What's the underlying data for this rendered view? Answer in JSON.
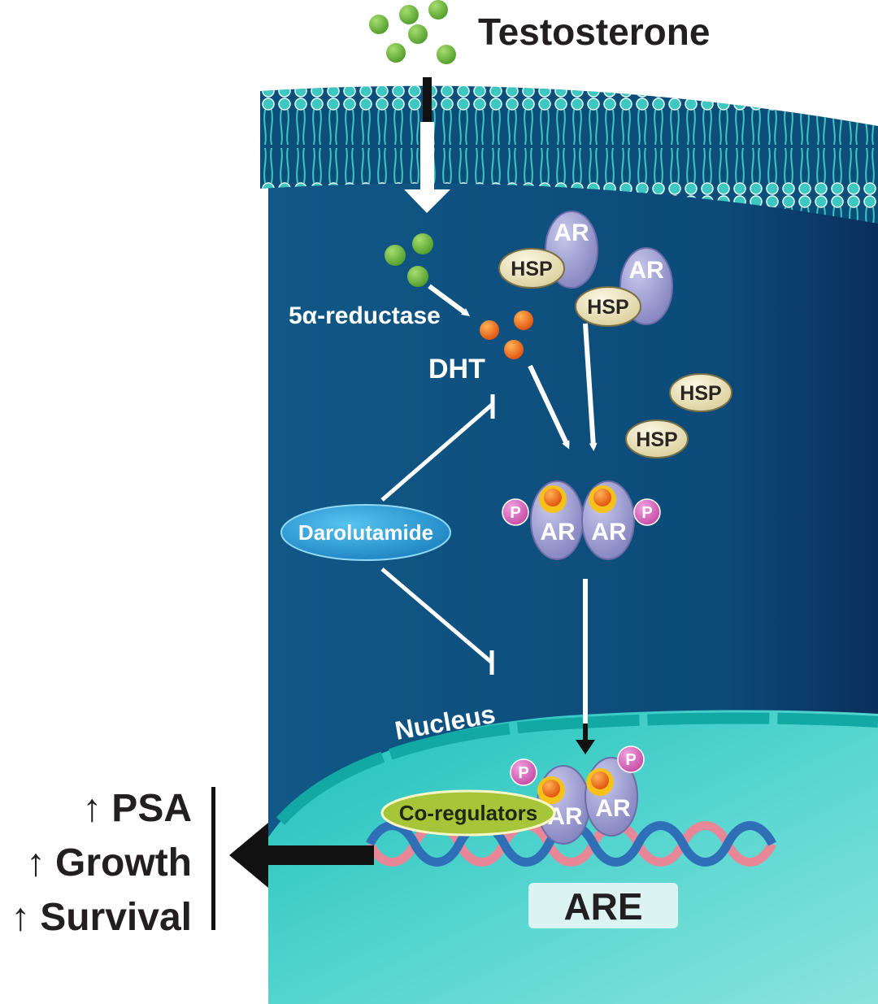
{
  "labels": {
    "testosterone": "Testosterone",
    "reductase": "5α-reductase",
    "dht": "DHT",
    "darolutamide": "Darolutamide",
    "nucleus": "Nucleus",
    "coregulators": "Co-regulators",
    "are": "ARE"
  },
  "proteins": {
    "ar": "AR",
    "hsp": "HSP",
    "phospho": "P"
  },
  "outcomes": [
    {
      "arrow": "↑",
      "label": "PSA"
    },
    {
      "arrow": "↑",
      "label": "Growth"
    },
    {
      "arrow": "↑",
      "label": "Survival"
    }
  ],
  "colors": {
    "cytoplasm": "#0d4d7a",
    "membrane": "#2bb5b0",
    "nucleus": "#26c6c0",
    "testosterone": "#6ab83c",
    "dht": "#f07a1c",
    "ar_protein": "#9a9ad0",
    "hsp": "#efe6bd",
    "phospho": "#d35fb8",
    "darolutamide": "#2a9fd6",
    "coregulators": "#a6c63a"
  }
}
